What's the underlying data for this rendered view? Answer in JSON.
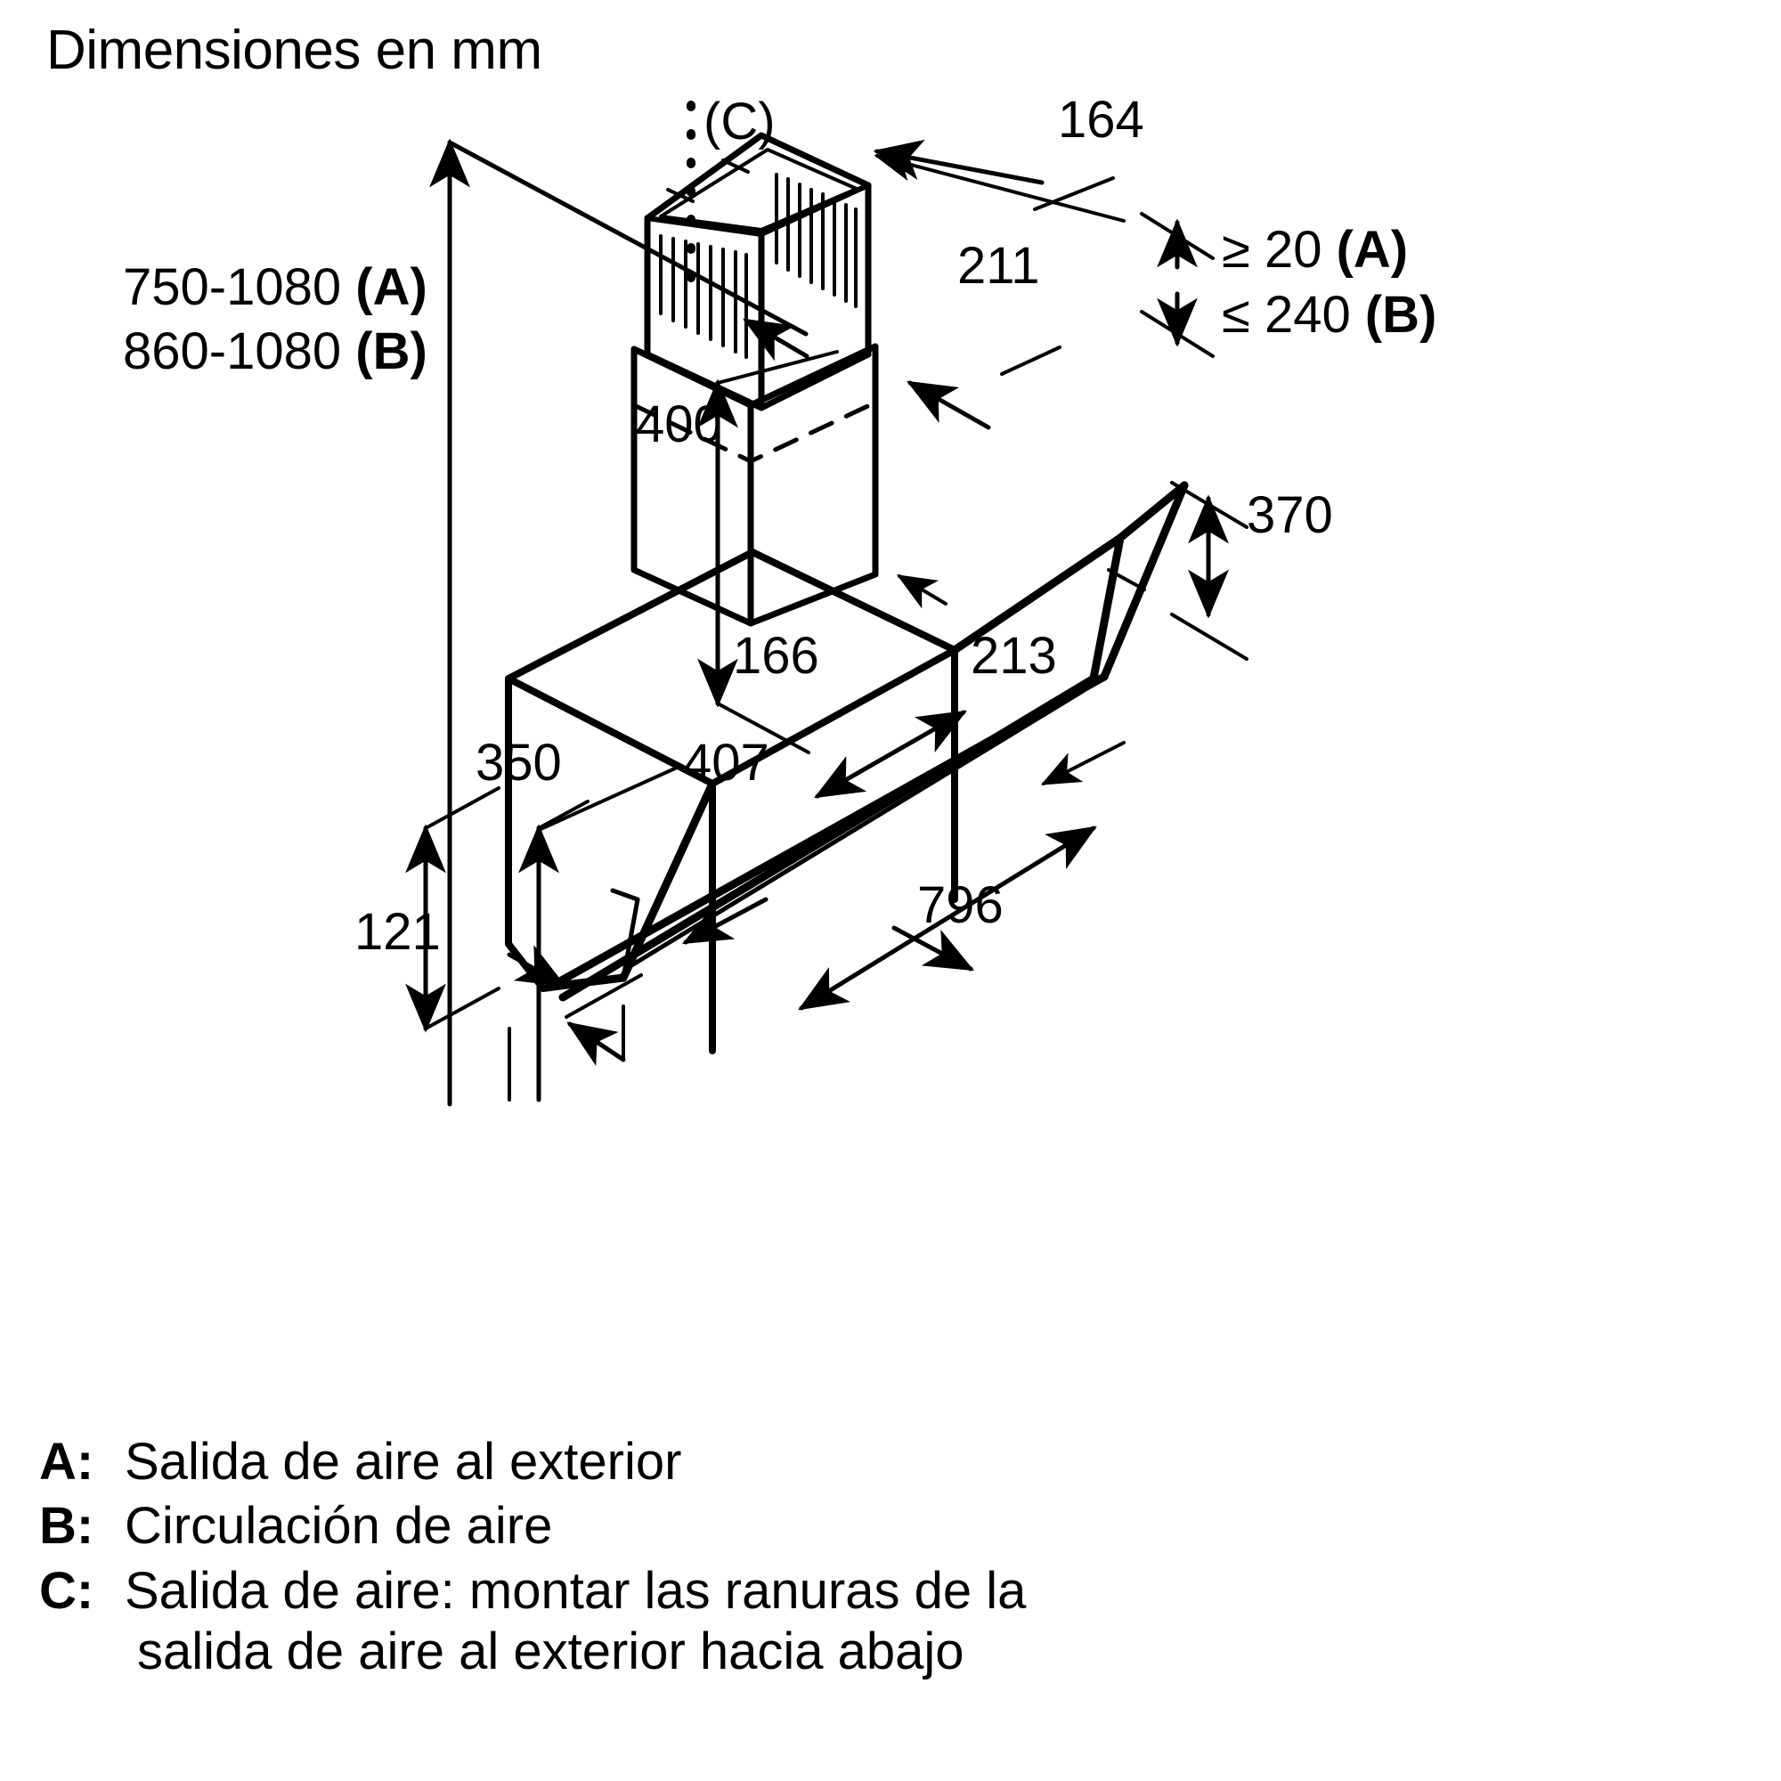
{
  "title": "Dimensiones en mm",
  "drawing": {
    "labels": {
      "height_range_a": "750-1080 (A)",
      "height_range_a_value": "750-1080",
      "height_range_a_tag": "(A)",
      "height_range_b_value": "860-1080",
      "height_range_b_tag": "(B)",
      "chimney_note_c": "(C)",
      "chimney_width": "164",
      "chimney_depth": "211",
      "min_clearance": "≥ 20 (A)",
      "min_clearance_value": "≥ 20",
      "min_clearance_tag": "(A)",
      "max_clearance_value": "≤ 240",
      "max_clearance_tag": "(B)",
      "chimney_height": "400",
      "body_top_depth": "166",
      "body_top_offset": "213",
      "glass_height": "370",
      "body_height": "350",
      "body_depth": "407",
      "wall_offset": "121",
      "glass_width": "796"
    }
  },
  "legend": {
    "rows": [
      {
        "key": "A:",
        "line1": "Salida de aire al exterior",
        "line2": ""
      },
      {
        "key": "B:",
        "line1": "Circulación de aire",
        "line2": ""
      },
      {
        "key": "C:",
        "line1": "Salida de aire: montar las ranuras de la",
        "line2": "salida de aire al exterior hacia abajo"
      }
    ]
  },
  "colors": {
    "ink": "#000000",
    "background": "#ffffff"
  }
}
